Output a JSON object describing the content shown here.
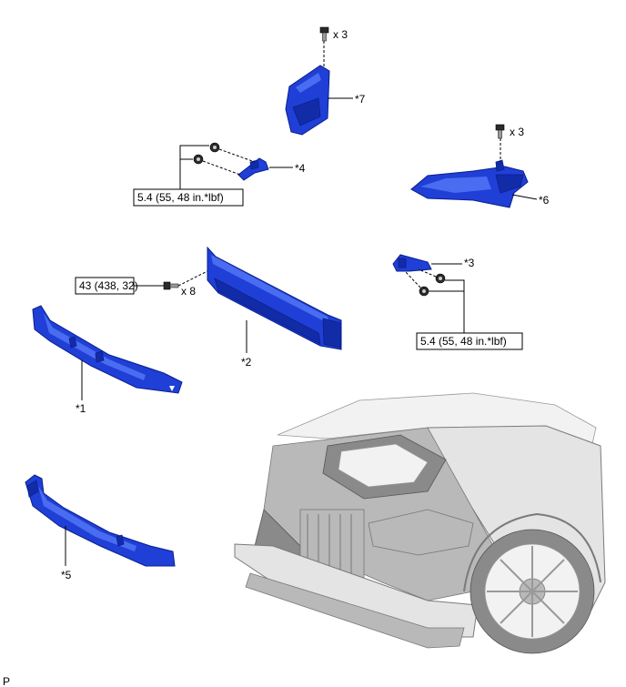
{
  "diagram": {
    "callouts": {
      "part1": "*1",
      "part2": "*2",
      "part3": "*3",
      "part4": "*4",
      "part5": "*5",
      "part6": "*6",
      "part7": "*7"
    },
    "quantities": {
      "q7_bolts": "x 3",
      "q6_bolts": "x 3",
      "q2_bolts": "x 8"
    },
    "torque_specs": {
      "part4_bracket": "5.4 (55, 48 in.*lbf)",
      "part2_reinforcement": "43 (438, 32)",
      "part3_bracket": "5.4 (55, 48 in.*lbf)"
    },
    "corner_code": "P"
  }
}
